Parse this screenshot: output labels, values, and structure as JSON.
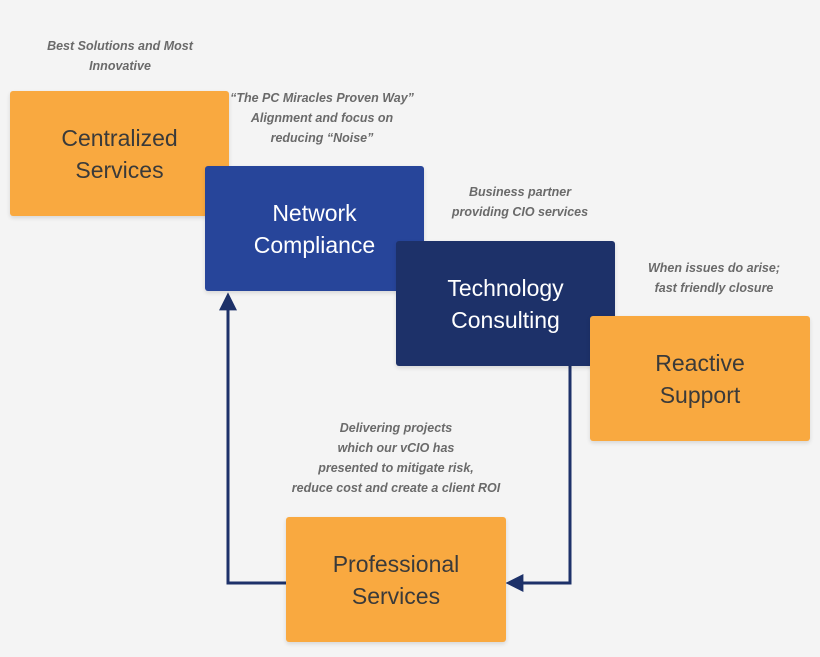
{
  "boxes": {
    "centralized": "Centralized\nServices",
    "network": "Network\nCompliance",
    "technology": "Technology\nConsulting",
    "reactive": "Reactive\nSupport",
    "professional": "Professional\nServices"
  },
  "notes": {
    "centralized": "Best Solutions and Most\nInnovative",
    "network": "“The PC Miracles Proven Way”\nAlignment and focus on\nreducing “Noise”",
    "technology": "Business partner\nproviding CIO services",
    "reactive": "When issues do arise;\nfast friendly closure",
    "professional": "Delivering projects\nwhich our vCIO has\npresented to mitigate risk,\nreduce cost and create a client ROI"
  },
  "colors": {
    "orange": "#f9a940",
    "blue": "#27459a",
    "navy": "#1d3169",
    "arrow": "#1d3169"
  }
}
